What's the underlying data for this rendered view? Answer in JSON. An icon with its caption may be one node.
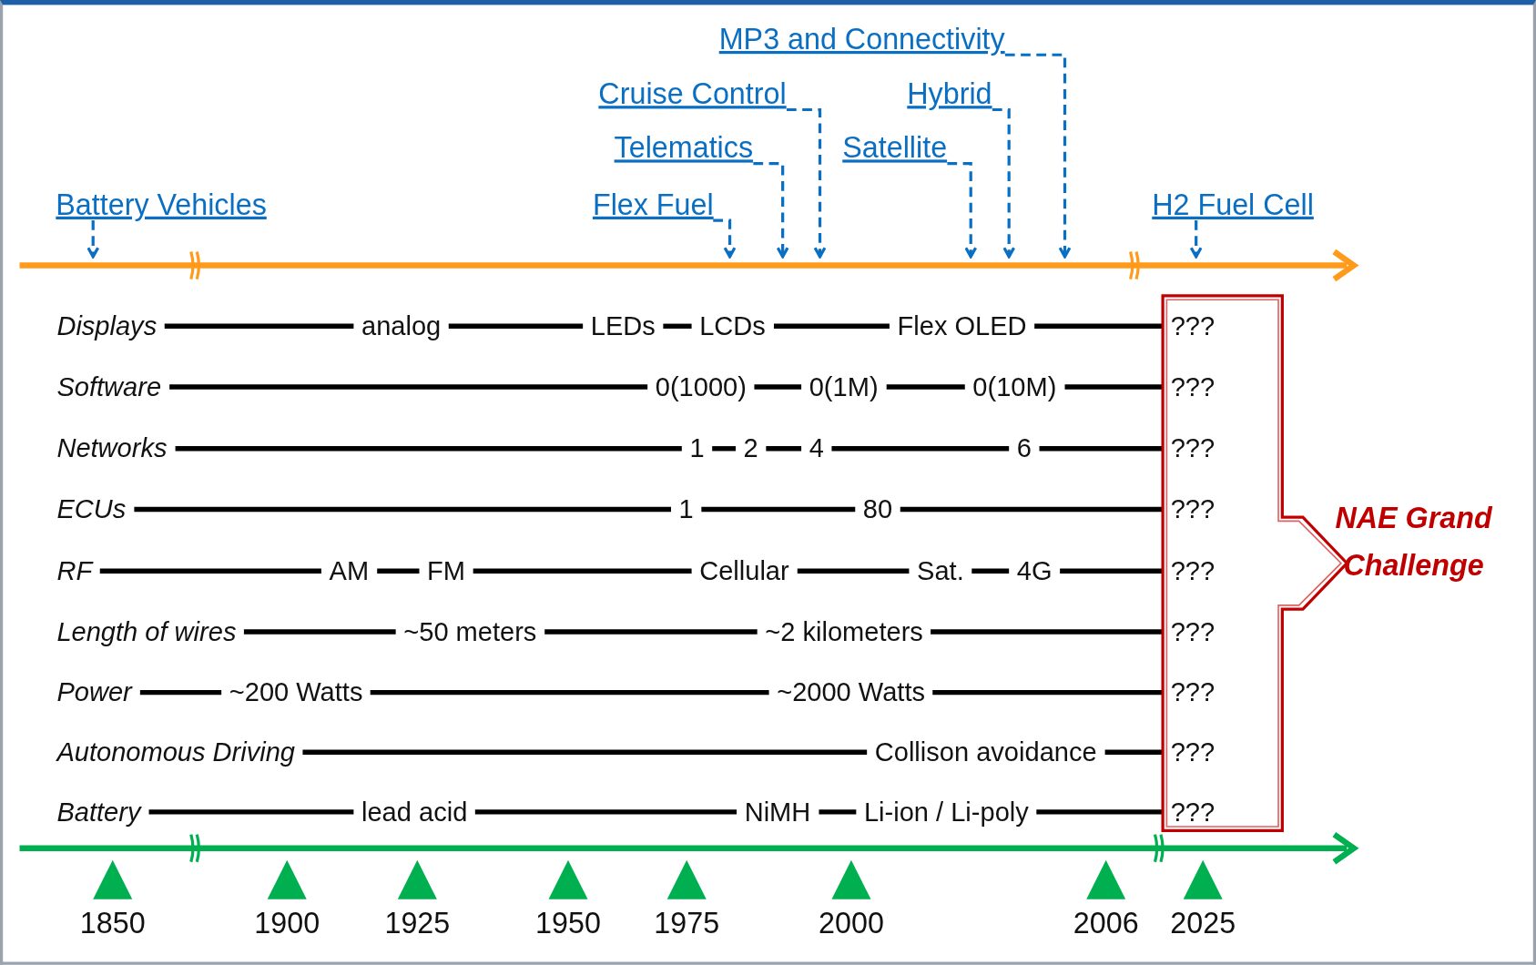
{
  "diagram": {
    "nodes": [
      {
        "text": [
          "MP3 and Connectivity"
        ]
      },
      {
        "text": [
          "Cruise Control"
        ]
      },
      {
        "text": [
          "Hybrid"
        ]
      },
      {
        "text": [
          "Telematics"
        ]
      },
      {
        "text": [
          "Satellite"
        ]
      },
      {
        "text": [
          "Battery Vehicles"
        ]
      },
      {
        "text": [
          "Flex Fuel"
        ]
      },
      {
        "text": [
          "H2 Fuel Cell"
        ]
      }
    ],
    "edges": [
      {
        "from": 0,
        "to": null,
        "arrow": "to",
        "style": "dashed"
      },
      {
        "from": 1,
        "to": null,
        "arrow": "to",
        "style": "dashed"
      },
      {
        "from": 2,
        "to": null,
        "arrow": "to",
        "style": "dashed"
      },
      {
        "from": 3,
        "to": null,
        "arrow": "to",
        "style": "dashed"
      },
      {
        "from": 4,
        "to": null,
        "arrow": "to",
        "style": "dashed"
      },
      {
        "from": 5,
        "to": null,
        "arrow": "to",
        "style": "dashed"
      },
      {
        "from": 6,
        "to": null,
        "arrow": "to",
        "style": "dashed"
      },
      {
        "from": 7,
        "to": null,
        "arrow": "to",
        "style": "dashed"
      }
    ],
    "labels": [
      "Displays",
      "analog",
      "LEDs",
      "LCDs",
      "Flex OLED",
      "???",
      "Software",
      "0(1000)",
      "0(1M)",
      "0(10M)",
      "???",
      "Networks",
      "1",
      "2",
      "4",
      "6",
      "???",
      "ECUs",
      "1",
      "80",
      "???",
      "RF",
      "AM",
      "FM",
      "Cellular",
      "Sat.",
      "4G",
      "???",
      "Length of wires",
      "~50 meters",
      "~2 kilometers",
      "???",
      "Power",
      "~200 Watts",
      "~2000 Watts",
      "???",
      "Autonomous Driving",
      "Collison avoidance",
      "???",
      "Battery",
      "lead acid",
      "NiMH",
      "Li-ion / Li-poly",
      "???",
      "NAE Grand Challenge",
      "1850",
      "1900",
      "1925",
      "1950",
      "1975",
      "2000",
      "2006",
      "2025"
    ]
  }
}
